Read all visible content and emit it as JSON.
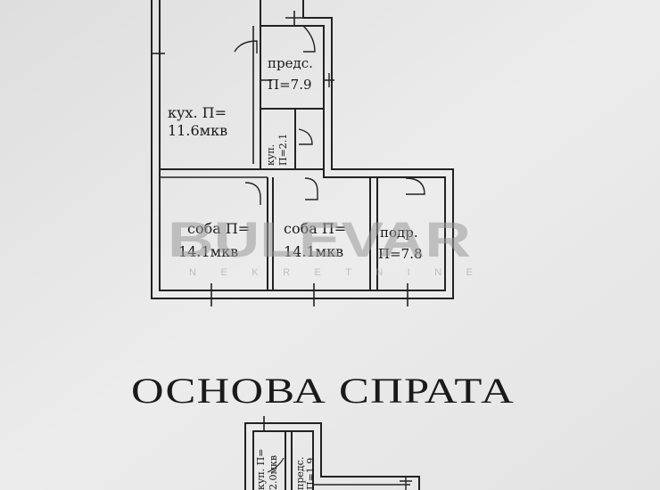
{
  "upper_plan": {
    "rooms": [
      {
        "line1": "кух. П=",
        "line2": "11.6мкв"
      },
      {
        "line1": "предс.",
        "line2": "П=7.9"
      },
      {
        "line1": "куп.",
        "line2": "П=2.1"
      },
      {
        "line1": "соба П=",
        "line2": "14.1мкв"
      },
      {
        "line1": "соба П=",
        "line2": "14.1мкв"
      },
      {
        "line1": "подр.",
        "line2": "П=7.8"
      }
    ]
  },
  "heading": "ОСНОВА СПРАТА",
  "lower_plan": {
    "rooms": [
      {
        "line1": "куп. П=",
        "line2": "2.0мкв"
      },
      {
        "line1": "предс.",
        "line2": "П=1.9"
      }
    ]
  },
  "watermark": {
    "brand": "BULEVAR",
    "tagline": "N E K R E T N I N E"
  }
}
